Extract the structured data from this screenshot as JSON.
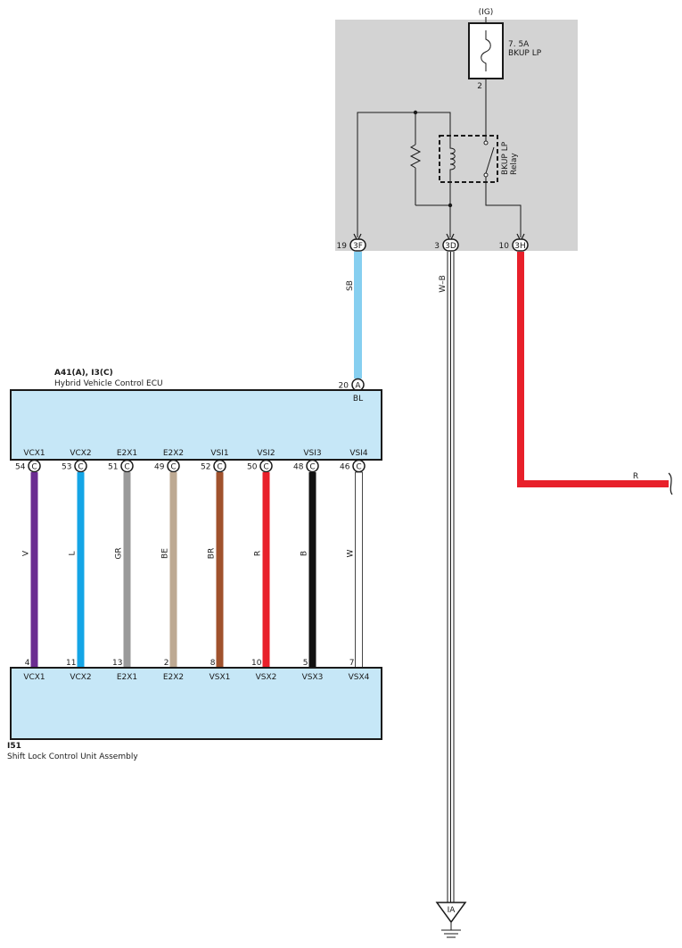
{
  "junction_block": {
    "ig_label": "(IG)",
    "fuse_rating": "7. 5A",
    "fuse_name": "BKUP LP",
    "fuse_pin": "2",
    "relay_name_line1": "BKUP LP",
    "relay_name_line2": "Relay",
    "outputs": [
      {
        "pin": "19",
        "connector": "3F"
      },
      {
        "pin": "3",
        "connector": "3D"
      },
      {
        "pin": "10",
        "connector": "3H"
      }
    ]
  },
  "wires": {
    "sb_label": "SB",
    "wb_label": "W–B",
    "r_label": "R",
    "bl_label": "BL"
  },
  "ecu": {
    "id": "A41(A), I3(C)",
    "name": "Hybrid Vehicle Control ECU",
    "top_pin": "20",
    "top_connector": "A",
    "pins": [
      {
        "name": "VCX1",
        "pin": "54",
        "connector": "C",
        "color": "#6b2c91",
        "wire": "V"
      },
      {
        "name": "VCX2",
        "pin": "53",
        "connector": "C",
        "color": "#14a5e6",
        "wire": "L"
      },
      {
        "name": "E2X1",
        "pin": "51",
        "connector": "C",
        "color": "#9a9a9a",
        "wire": "GR"
      },
      {
        "name": "E2X2",
        "pin": "49",
        "connector": "C",
        "color": "#bda992",
        "wire": "BE"
      },
      {
        "name": "VSI1",
        "pin": "52",
        "connector": "C",
        "color": "#a0522d",
        "wire": "BR"
      },
      {
        "name": "VSI2",
        "pin": "50",
        "connector": "C",
        "color": "#e8202a",
        "wire": "R"
      },
      {
        "name": "VSI3",
        "pin": "48",
        "connector": "C",
        "color": "#111111",
        "wire": "B"
      },
      {
        "name": "VSI4",
        "pin": "46",
        "connector": "C",
        "color": "#ffffff",
        "wire": "W"
      }
    ]
  },
  "shift_lock": {
    "id": "I51",
    "name": "Shift Lock Control Unit Assembly",
    "pins": [
      {
        "name": "VCX1",
        "pin": "4"
      },
      {
        "name": "VCX2",
        "pin": "11"
      },
      {
        "name": "E2X1",
        "pin": "13"
      },
      {
        "name": "E2X2",
        "pin": "2"
      },
      {
        "name": "VSX1",
        "pin": "8"
      },
      {
        "name": "VSX2",
        "pin": "10"
      },
      {
        "name": "VSX3",
        "pin": "5"
      },
      {
        "name": "VSX4",
        "pin": "7"
      }
    ]
  },
  "ground": {
    "label": "IA"
  },
  "colors": {
    "module_fill": "#c6e7f7",
    "junction_fill": "#d3d3d3",
    "sb": "#86cff0",
    "red": "#e8202a"
  }
}
